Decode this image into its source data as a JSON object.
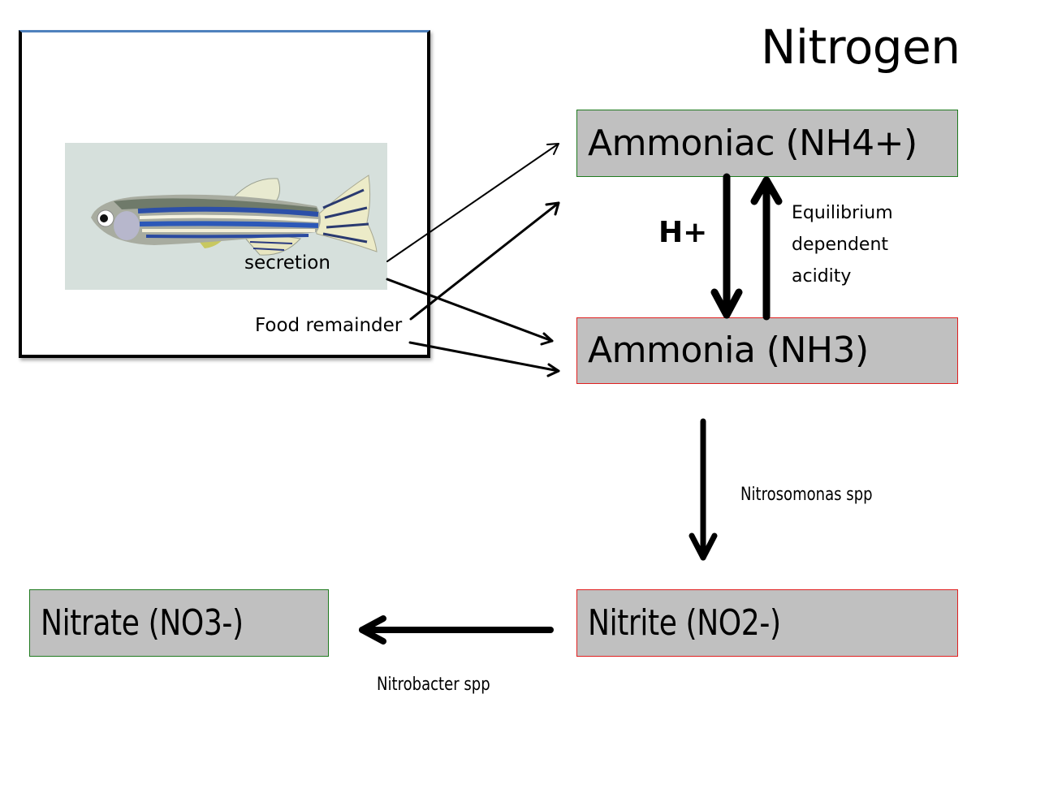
{
  "title": "Nitrogen",
  "tank": {
    "secretion_label": "secretion",
    "food_label": "Food remainder",
    "fish_image": "zebrafish-photo"
  },
  "compounds": {
    "ammoniac": "Ammoniac (NH4+)",
    "ammonia": "Ammonia (NH3)",
    "nitrite": "Nitrite (NO2-)",
    "nitrate": "Nitrate (NO3-)"
  },
  "labels": {
    "h_plus": "H+",
    "equilibrium": [
      "Equilibrium",
      "dependent",
      "acidity"
    ],
    "nitrosomonas": "Nitrosomonas spp",
    "nitrobacter": "Nitrobacter  spp"
  },
  "colors": {
    "box_fill": "#c0c0c0",
    "green_border": "#1f7a1f",
    "red_border": "#e02020",
    "tank_top": "#4f81bd",
    "fish_bg": "#d6e0dc"
  }
}
